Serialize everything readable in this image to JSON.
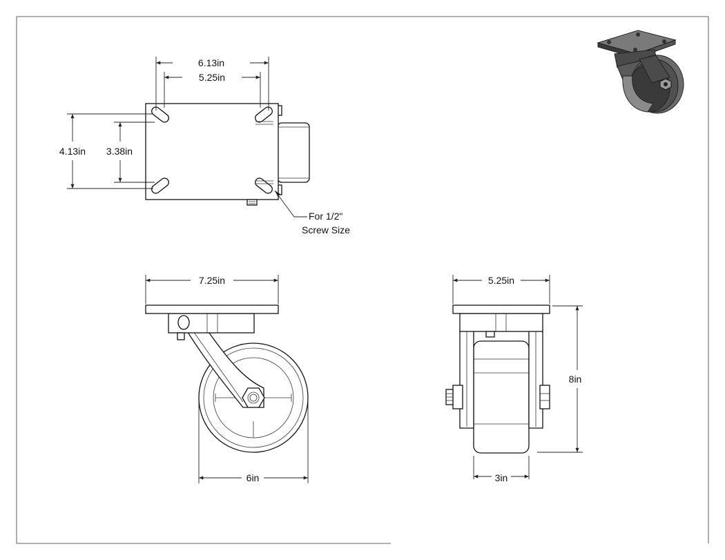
{
  "top_view": {
    "overall_width": "6.13in",
    "hole_spacing_width": "5.25in",
    "overall_depth": "4.13in",
    "hole_spacing_depth": "3.38in",
    "screw_note_line1": "For 1/2\"",
    "screw_note_line2": "Screw Size"
  },
  "side_view": {
    "plate_width": "7.25in",
    "wheel_diameter": "6in"
  },
  "front_view": {
    "plate_width": "5.25in",
    "overall_height": "8in",
    "wheel_width": "3in"
  },
  "colors": {
    "line": "#222222",
    "render_dark": "#3a3a3a",
    "render_mid": "#6b6b6b",
    "render_light": "#9a9a9a"
  }
}
